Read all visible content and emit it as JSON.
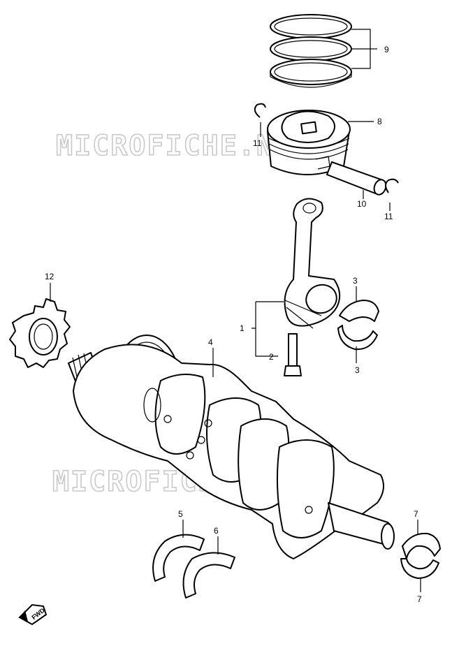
{
  "watermark": {
    "text": "MICROFICHE.NET"
  },
  "fwd_label": "FWD",
  "callouts": {
    "c1": "1",
    "c2": "2",
    "c3a": "3",
    "c3b": "3",
    "c4": "4",
    "c5": "5",
    "c6": "6",
    "c7a": "7",
    "c7b": "7",
    "c8": "8",
    "c9": "9",
    "c10": "10",
    "c11a": "11",
    "c11b": "11",
    "c12": "12"
  }
}
